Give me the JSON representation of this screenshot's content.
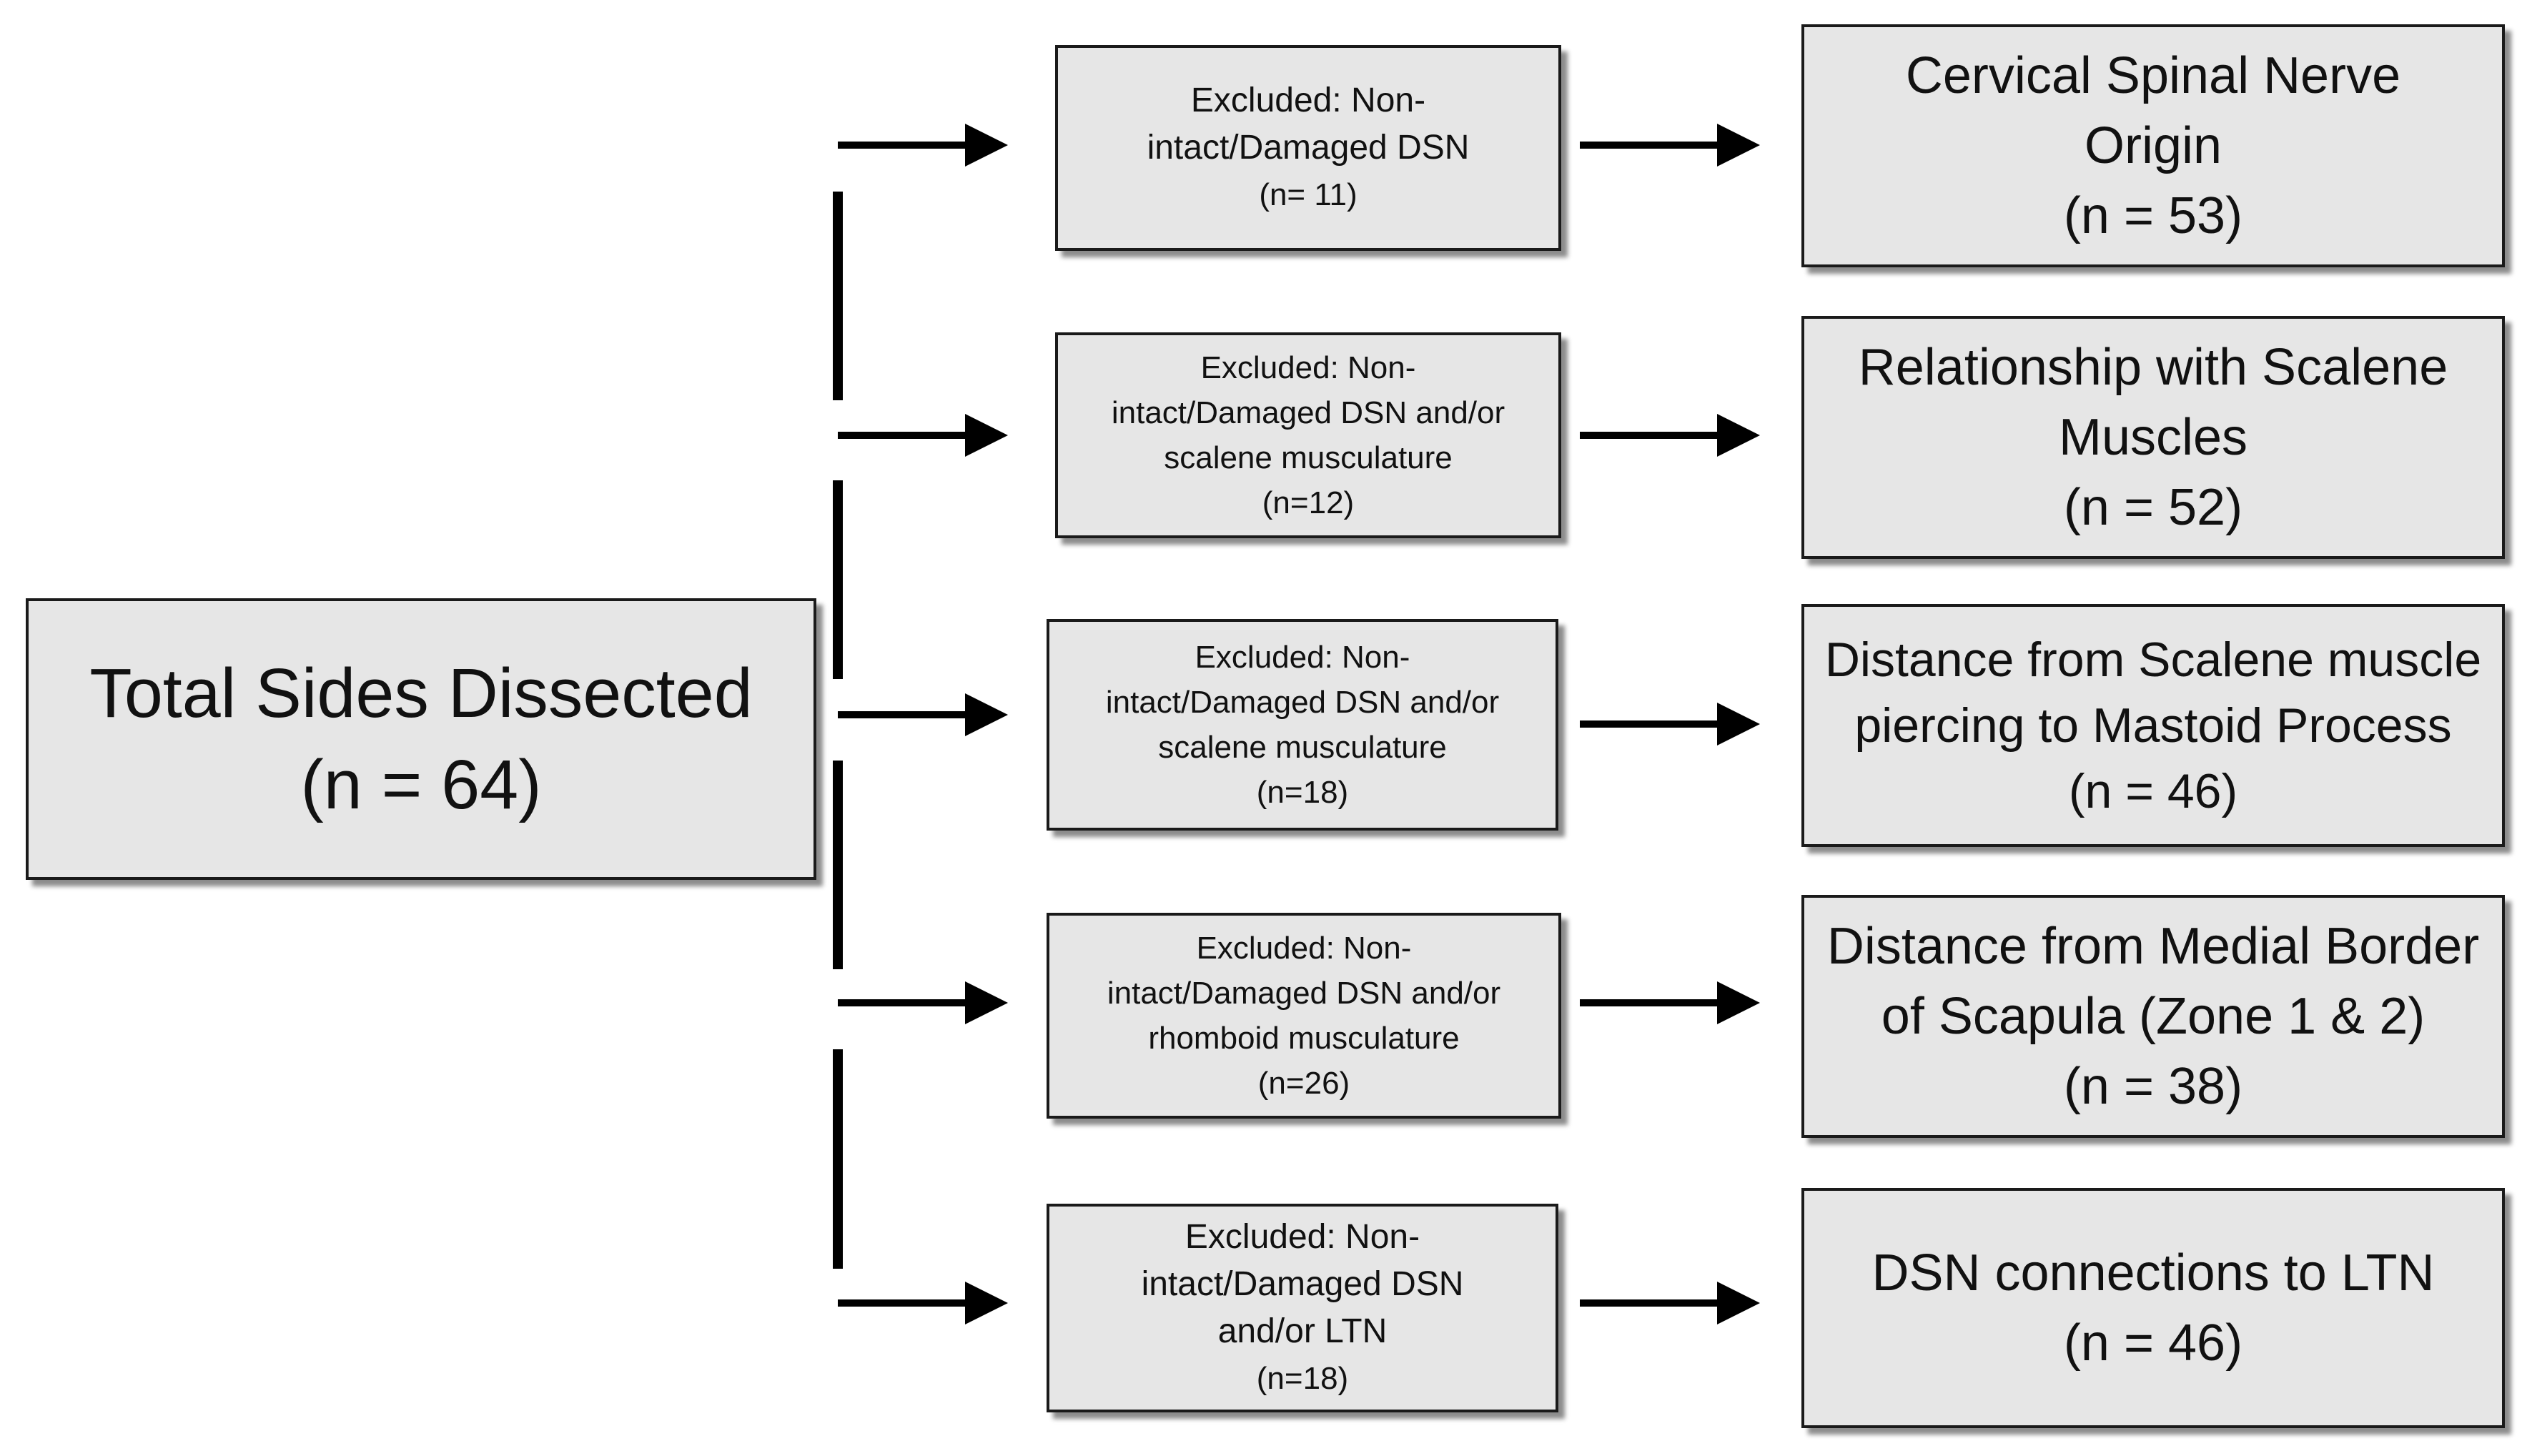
{
  "total": {
    "title": "Total Sides Dissected",
    "count": "(n = 64)"
  },
  "rows": [
    {
      "excluded": [
        "Excluded: Non-",
        "intact/Damaged DSN"
      ],
      "excluded_count": "(n= 11)",
      "result": [
        "Cervical Spinal Nerve",
        "Origin"
      ],
      "result_count": "(n = 53)"
    },
    {
      "excluded": [
        "Excluded: Non-",
        "intact/Damaged DSN and/or",
        "scalene musculature"
      ],
      "excluded_count": "(n=12)",
      "result": [
        "Relationship with Scalene",
        "Muscles"
      ],
      "result_count": "(n = 52)"
    },
    {
      "excluded": [
        "Excluded: Non-",
        "intact/Damaged DSN and/or",
        "scalene musculature"
      ],
      "excluded_count": "(n=18)",
      "result": [
        "Distance from Scalene muscle",
        "piercing to Mastoid Process"
      ],
      "result_count": "(n = 46)"
    },
    {
      "excluded": [
        "Excluded: Non-",
        "intact/Damaged DSN and/or",
        "rhomboid musculature"
      ],
      "excluded_count": "(n=26)",
      "result": [
        "Distance from Medial Border",
        "of Scapula (Zone 1 & 2)"
      ],
      "result_count": "(n = 38)"
    },
    {
      "excluded": [
        "Excluded: Non-",
        "intact/Damaged DSN",
        "and/or LTN"
      ],
      "excluded_count": "(n=18)",
      "result": [
        "DSN connections to LTN"
      ],
      "result_count": "(n = 46)"
    }
  ]
}
